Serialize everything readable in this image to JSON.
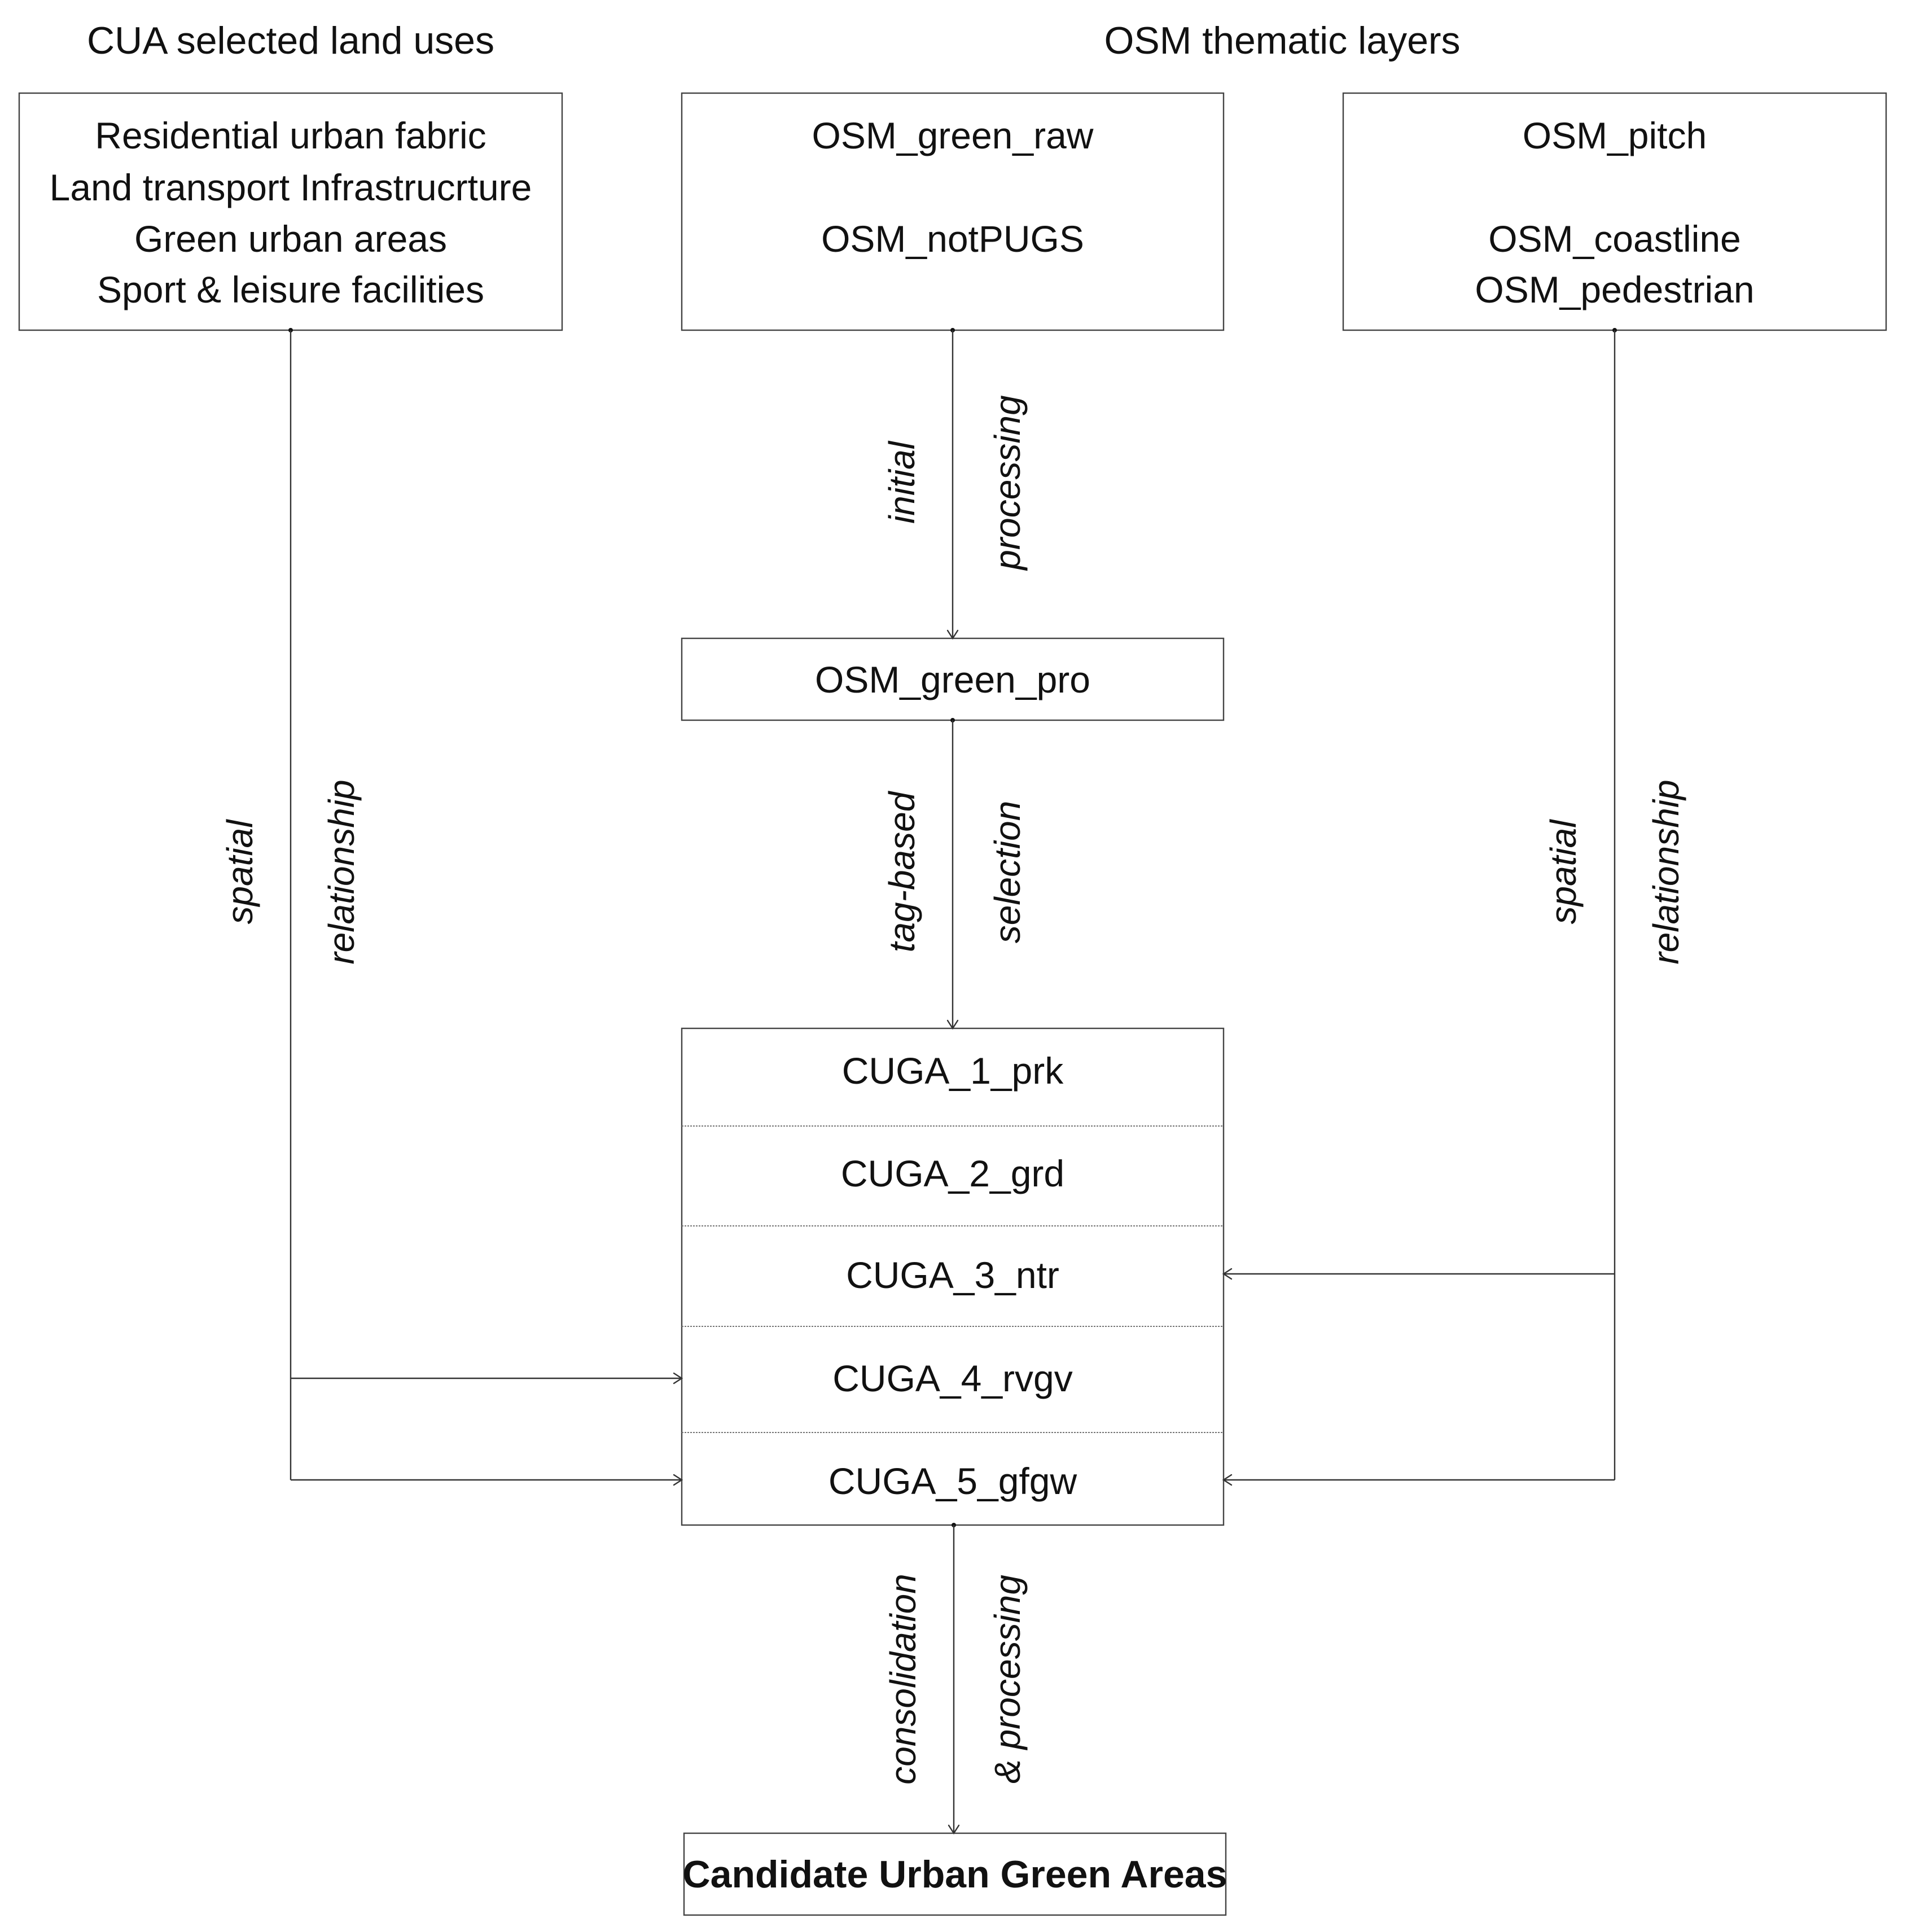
{
  "headers": {
    "left": "CUA selected land uses",
    "right": "OSM thematic layers"
  },
  "boxes": {
    "cua": {
      "lines": [
        "Residential urban fabric",
        "Land transport Infrastrucrture",
        "Green urban areas",
        "Sport & leisure facilities"
      ]
    },
    "osm_green": {
      "lines": [
        "OSM_green_raw",
        "OSM_notPUGS"
      ]
    },
    "osm_pitch": {
      "lines": [
        "OSM_pitch",
        "OSM_coastline",
        "OSM_pedestrian"
      ]
    },
    "osm_green_pro": {
      "label": "OSM_green_pro"
    },
    "cuga": {
      "rows": [
        "CUGA_1_prk",
        "CUGA_2_grd",
        "CUGA_3_ntr",
        "CUGA_4_rvgv",
        "CUGA_5_gfgw"
      ]
    },
    "result": {
      "label": "Candidate Urban Green Areas"
    }
  },
  "edge_labels": {
    "initial_processing": [
      "initial",
      "processing"
    ],
    "tag_based_selection": [
      "tag-based",
      "selection"
    ],
    "left_spatial_relationship": [
      "spatial",
      "relationship"
    ],
    "right_spatial_relationship": [
      "spatial",
      "relationship"
    ],
    "consolidation_processing": [
      "consolidation",
      "& processing"
    ]
  }
}
